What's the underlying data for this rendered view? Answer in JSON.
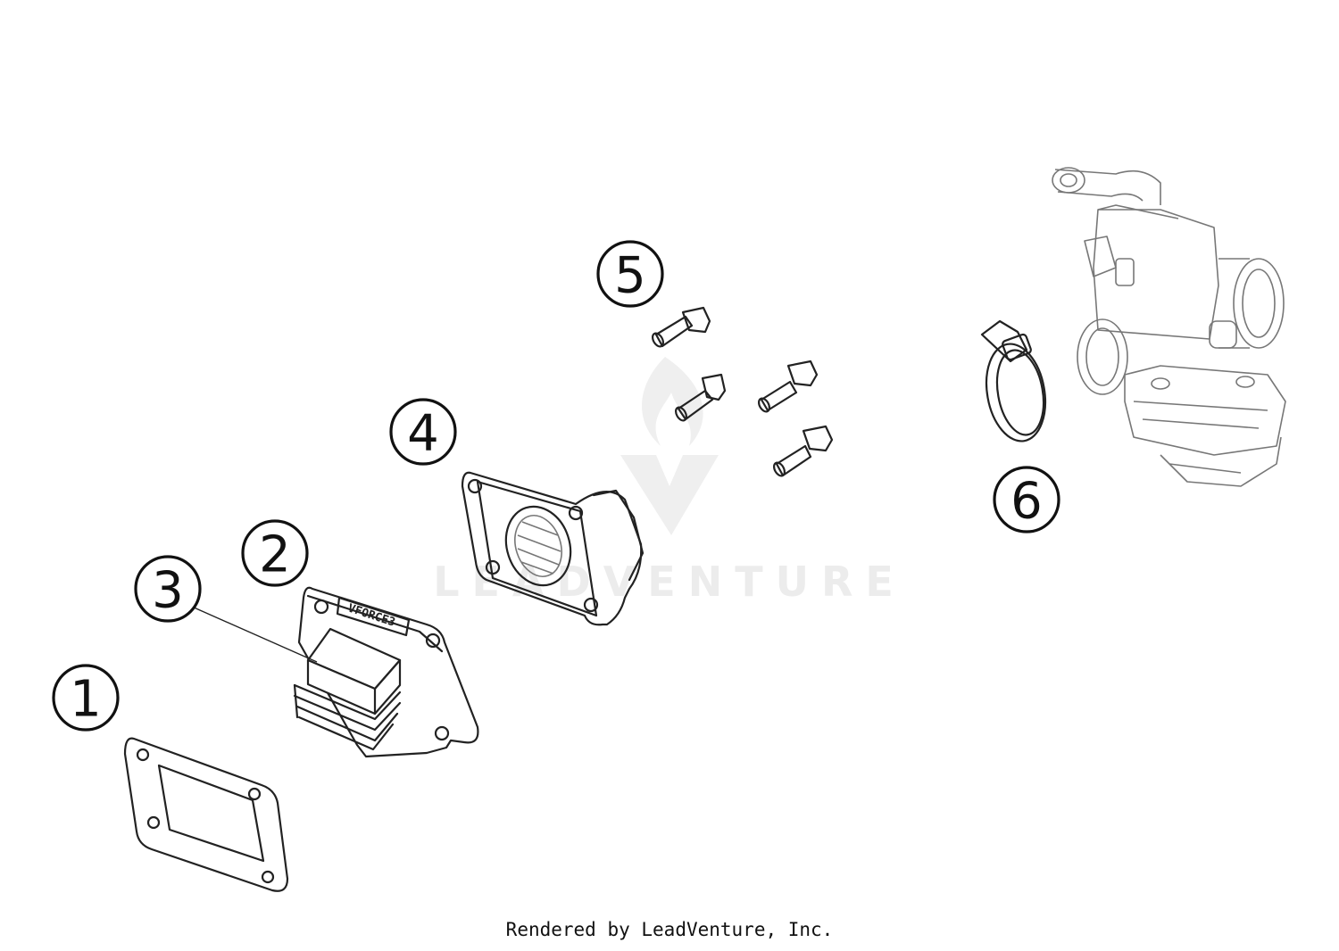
{
  "watermark": {
    "brand_text": "LEADVENTURE"
  },
  "stamp_text": "VFORCE3",
  "callouts": [
    {
      "label": "1",
      "part": "gasket"
    },
    {
      "label": "2",
      "part": "reed-valve-body"
    },
    {
      "label": "3",
      "part": "reed-petals"
    },
    {
      "label": "4",
      "part": "intake-manifold"
    },
    {
      "label": "5",
      "part": "screws"
    },
    {
      "label": "6",
      "part": "hose-clamp"
    }
  ],
  "footer": {
    "credit": "Rendered by LeadVenture, Inc."
  }
}
